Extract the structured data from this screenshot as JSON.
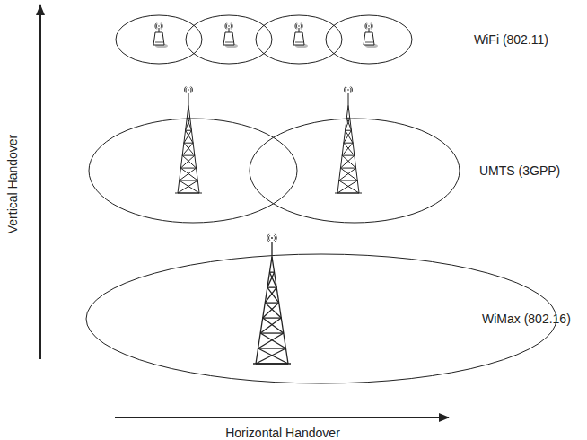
{
  "diagram": {
    "labels": [
      "Vertical Handover",
      "WiFi (802.11)",
      "UMTS (3GPP)",
      "WiMax (802.16)",
      "Horizontal Handover"
    ]
  }
}
